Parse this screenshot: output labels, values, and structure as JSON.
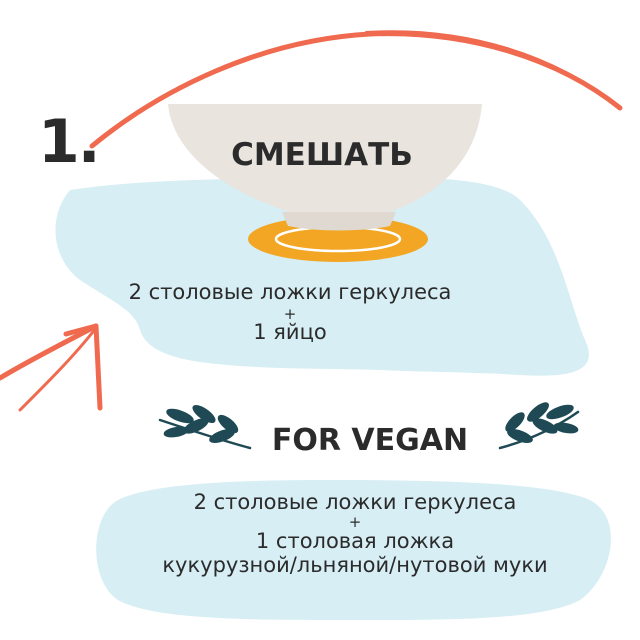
{
  "step": {
    "number": "1.",
    "title": "СМЕШАТЬ"
  },
  "main_recipe": {
    "ingredient_1": "2 столовые ложки геркулеса",
    "plus": "+",
    "ingredient_2": "1 яйцо"
  },
  "vegan": {
    "heading": "FOR VEGAN",
    "ingredient_1": "2 столовые ложки геркулеса",
    "plus": "+",
    "ingredient_2": "1 столовая ложка",
    "ingredient_3": "кукурузной/льняной/нутовой муки"
  },
  "icons": {
    "bowl": "bowl-icon",
    "leaf_branch_left": "leaf-branch-icon",
    "leaf_branch_right": "leaf-branch-icon",
    "arrow": "curved-arrow-icon"
  },
  "colors": {
    "background": "#ffffff",
    "blob_blue": "#d6eef4",
    "bowl": "#e9e4de",
    "yolk": "#f2a623",
    "arrow": "#ef6a4e",
    "leaves": "#1f4a55",
    "text": "#2b2b2b"
  }
}
